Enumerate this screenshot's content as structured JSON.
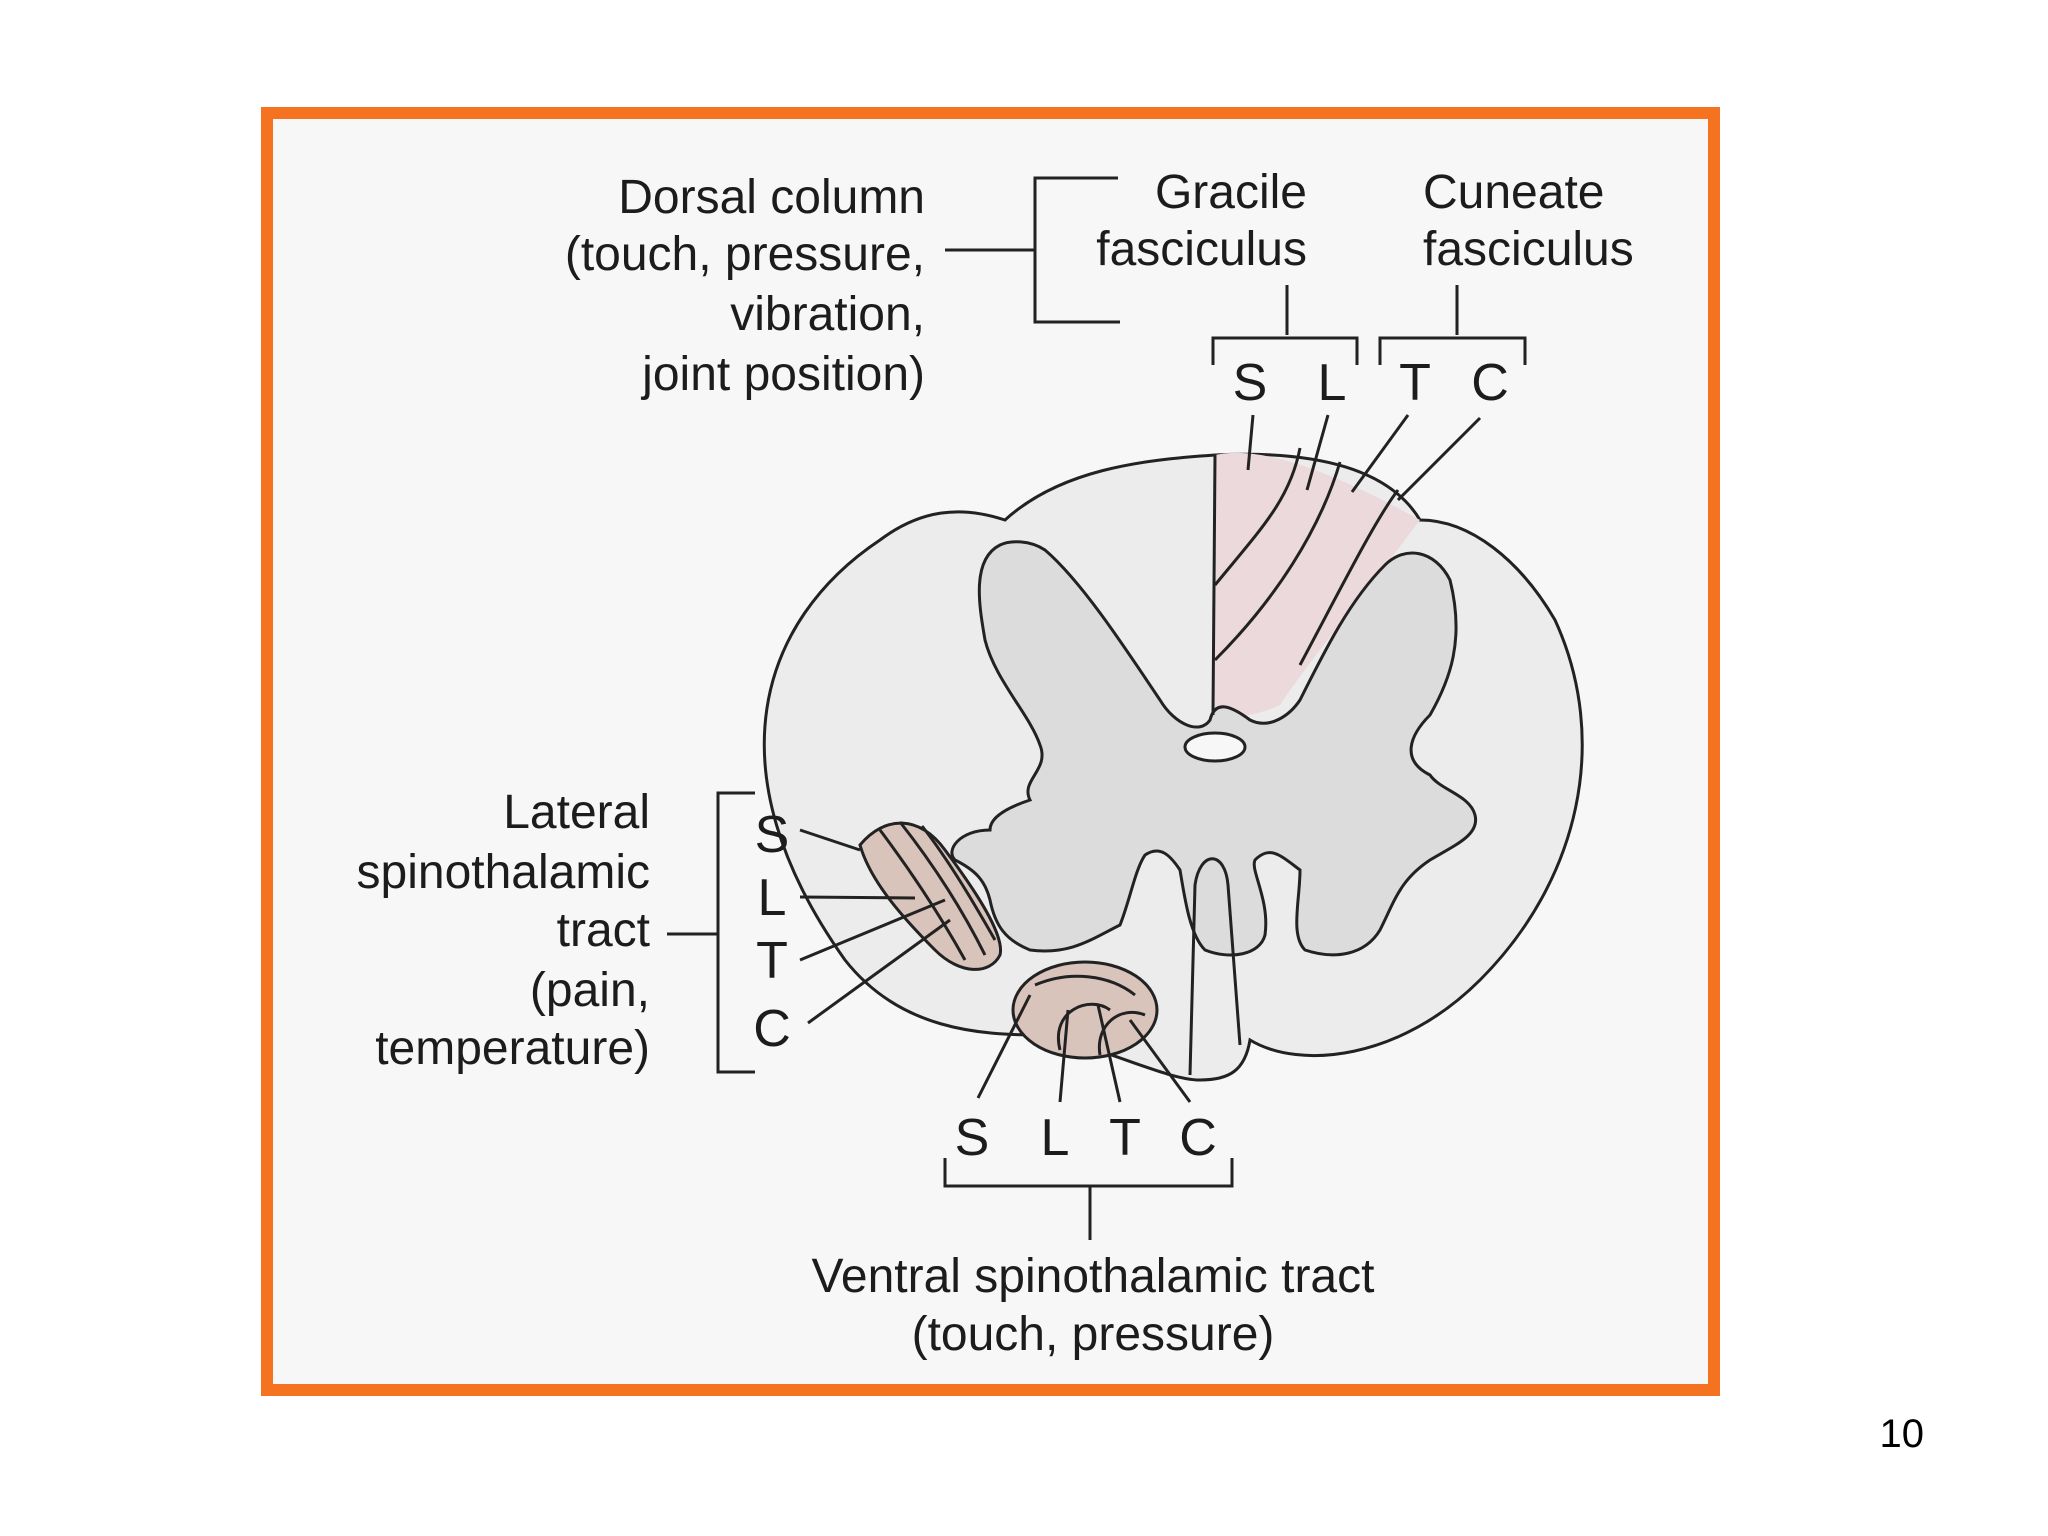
{
  "slide": {
    "frame_color": "#f57220",
    "page_number": "10"
  },
  "diagram": {
    "dorsal_column": {
      "lines": [
        "Dorsal column",
        "(touch, pressure,",
        "vibration,",
        "joint position)"
      ]
    },
    "gracile_fasciculus": {
      "lines": [
        "Gracile",
        "fasciculus"
      ]
    },
    "cuneate_fasciculus": {
      "lines": [
        "Cuneate",
        "fasciculus"
      ]
    },
    "dorsal_segment_letters": [
      "S",
      "L",
      "T",
      "C"
    ],
    "lateral_spinothalamic": {
      "lines": [
        "Lateral",
        "spinothalamic",
        "tract",
        "(pain,",
        "temperature)"
      ],
      "segment_letters": [
        "S",
        "L",
        "T",
        "C"
      ]
    },
    "ventral_spinothalamic": {
      "lines": [
        "Ventral spinothalamic tract",
        "(touch, pressure)"
      ],
      "segment_letters": [
        "S",
        "L",
        "T",
        "C"
      ]
    },
    "colors": {
      "white_matter": "#ececec",
      "gray_matter": "#dcdcdc",
      "dorsal_column_tint": "#ecd9dc",
      "tract_tint": "#d9c4bb"
    }
  }
}
